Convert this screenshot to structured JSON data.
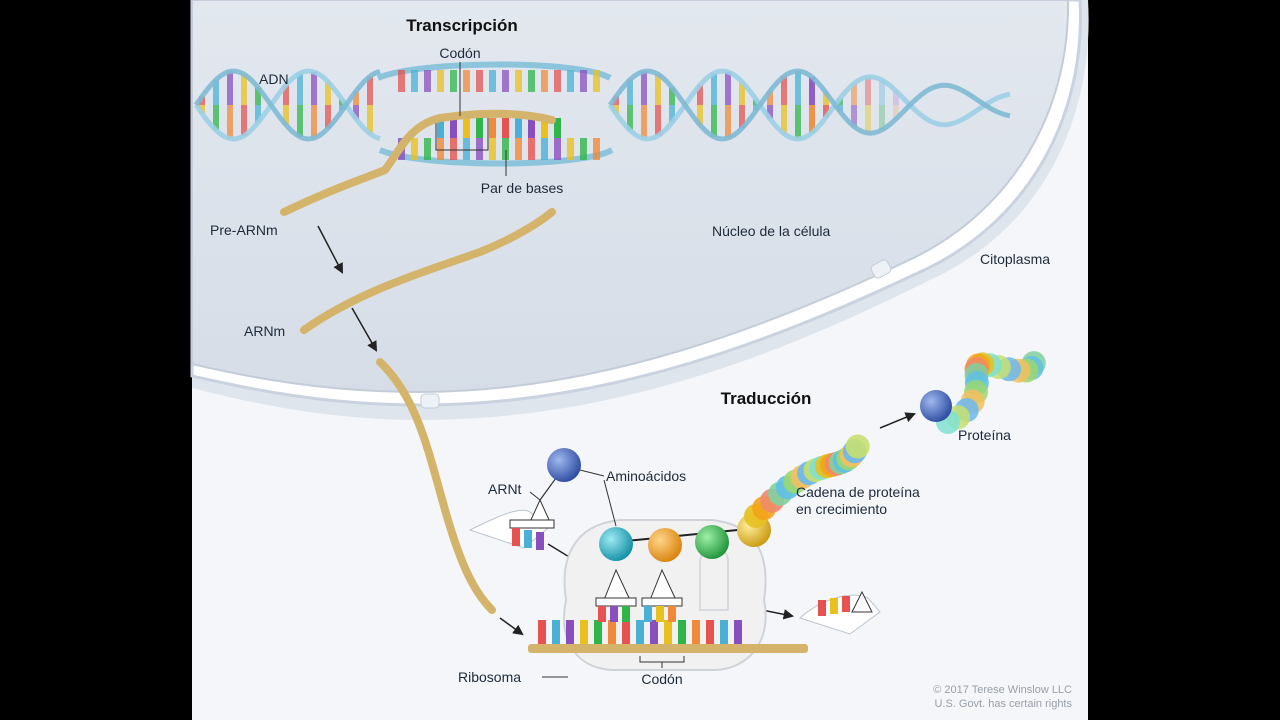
{
  "diagram": {
    "headings": {
      "transcription": "Transcripción",
      "translation": "Traducción"
    },
    "labels": {
      "dna": "ADN",
      "codon_top": "Codón",
      "base_pair": "Par de bases",
      "pre_mrna": "Pre-ARNm",
      "mrna": "ARNm",
      "nucleus": "Núcleo de la célula",
      "cytoplasm": "Citoplasma",
      "trna": "ARNt",
      "amino_acids": "Aminoácidos",
      "growing_chain_line1": "Cadena de proteína",
      "growing_chain_line2": "en crecimiento",
      "protein": "Proteína",
      "ribosome": "Ribosoma",
      "codon_bottom": "Codón"
    },
    "credit": {
      "line1": "© 2017 Terese Winslow LLC",
      "line2": "U.S. Govt. has certain rights"
    },
    "colors": {
      "frame": "#000000",
      "nucleus": "#dde3ec",
      "membrane": "#c9d2de",
      "cytoplasm": "#f4f6f9",
      "mrna": "#d4b46a",
      "dna_backbone": "#9ccfe6",
      "amino_blue": "#3f63b8",
      "amino_teal": "#1fb4c9",
      "amino_orange": "#f3a219",
      "amino_green": "#2fb54a",
      "amino_yellow": "#e8c020"
    }
  }
}
